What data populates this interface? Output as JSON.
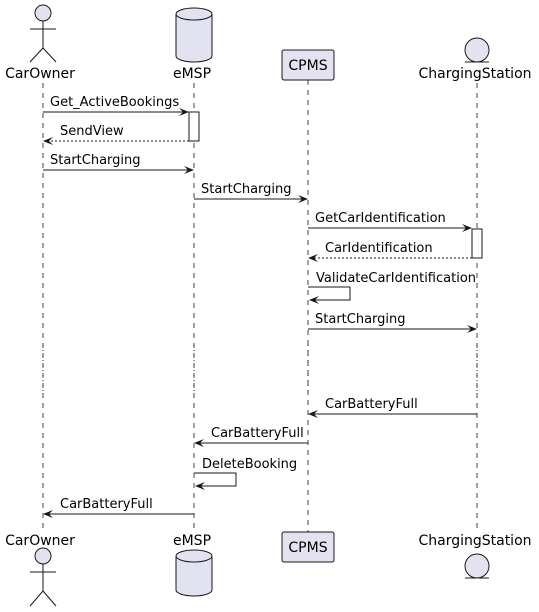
{
  "participants": [
    {
      "id": "carowner",
      "label": "CarOwner",
      "shape": "actor"
    },
    {
      "id": "emsp",
      "label": "eMSP",
      "shape": "database"
    },
    {
      "id": "cpms",
      "label": "CPMS",
      "shape": "box"
    },
    {
      "id": "station",
      "label": "ChargingStation",
      "shape": "entity"
    }
  ],
  "messages": [
    {
      "from": "carowner",
      "to": "emsp",
      "label": "Get_ActiveBookings",
      "style": "solid"
    },
    {
      "from": "emsp",
      "to": "carowner",
      "label": "SendView",
      "style": "dashed"
    },
    {
      "from": "carowner",
      "to": "emsp",
      "label": "StartCharging",
      "style": "solid"
    },
    {
      "from": "emsp",
      "to": "cpms",
      "label": "StartCharging",
      "style": "solid"
    },
    {
      "from": "cpms",
      "to": "station",
      "label": "GetCarIdentification",
      "style": "solid"
    },
    {
      "from": "station",
      "to": "cpms",
      "label": "CarIdentification",
      "style": "dashed"
    },
    {
      "from": "cpms",
      "to": "cpms",
      "label": "ValidateCarIdentification",
      "style": "solid"
    },
    {
      "from": "cpms",
      "to": "station",
      "label": "StartCharging",
      "style": "solid"
    },
    {
      "from": "station",
      "to": "cpms",
      "label": "CarBatteryFull",
      "style": "solid"
    },
    {
      "from": "cpms",
      "to": "emsp",
      "label": "CarBatteryFull",
      "style": "solid"
    },
    {
      "from": "emsp",
      "to": "emsp",
      "label": "DeleteBooking",
      "style": "solid"
    },
    {
      "from": "emsp",
      "to": "carowner",
      "label": "CarBatteryFull",
      "style": "solid"
    }
  ],
  "colors": {
    "participant_fill": "#E2E2F0",
    "line": "#181818"
  }
}
